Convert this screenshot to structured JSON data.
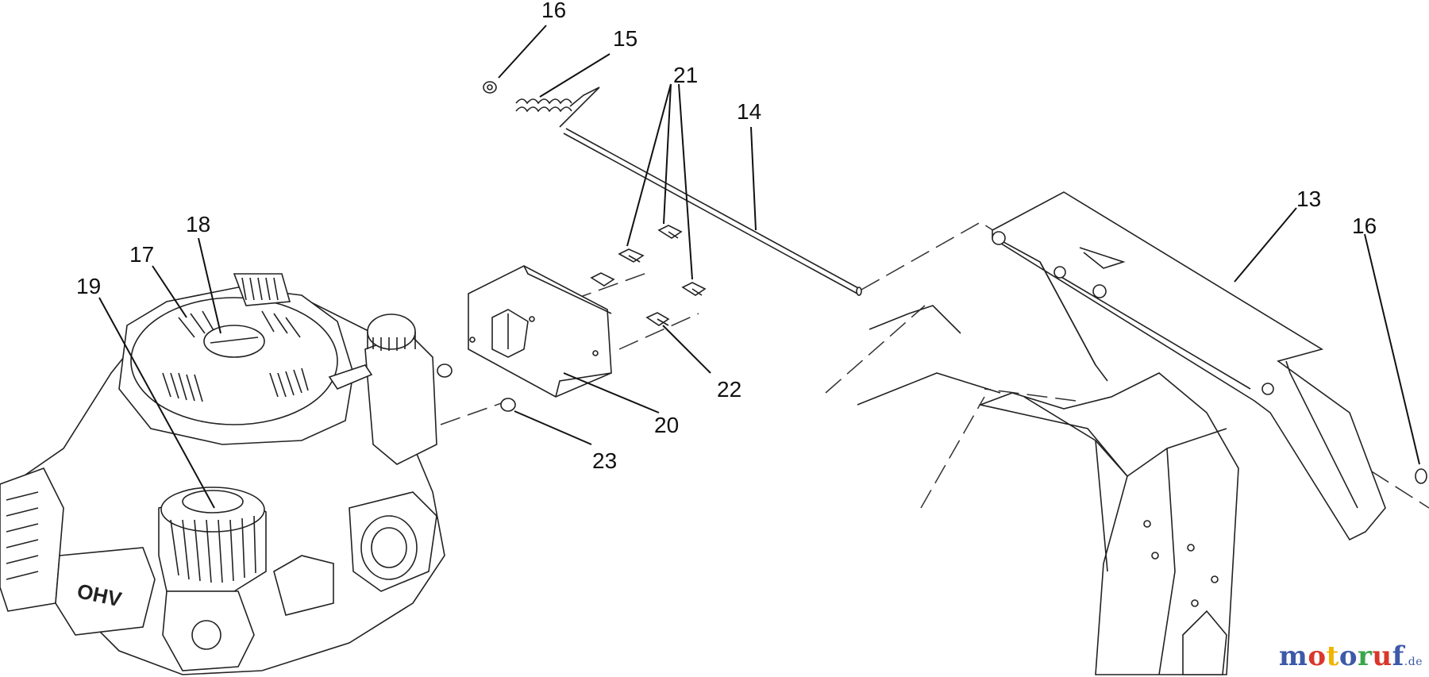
{
  "callouts": {
    "c13": "13",
    "c14": "14",
    "c15": "15",
    "c16a": "16",
    "c16b": "16",
    "c17": "17",
    "c18": "18",
    "c19": "19",
    "c20": "20",
    "c21": "21",
    "c22": "22",
    "c23": "23"
  },
  "engine_label": "OHV",
  "watermark": {
    "letters": [
      "m",
      "o",
      "t",
      "o",
      "r",
      "u",
      "f"
    ],
    "letter_colors": [
      "#3d5aa8",
      "#d9372b",
      "#f0b400",
      "#3d5aa8",
      "#3aa64a",
      "#d9372b",
      "#3d5aa8"
    ],
    "tld": ".de"
  }
}
